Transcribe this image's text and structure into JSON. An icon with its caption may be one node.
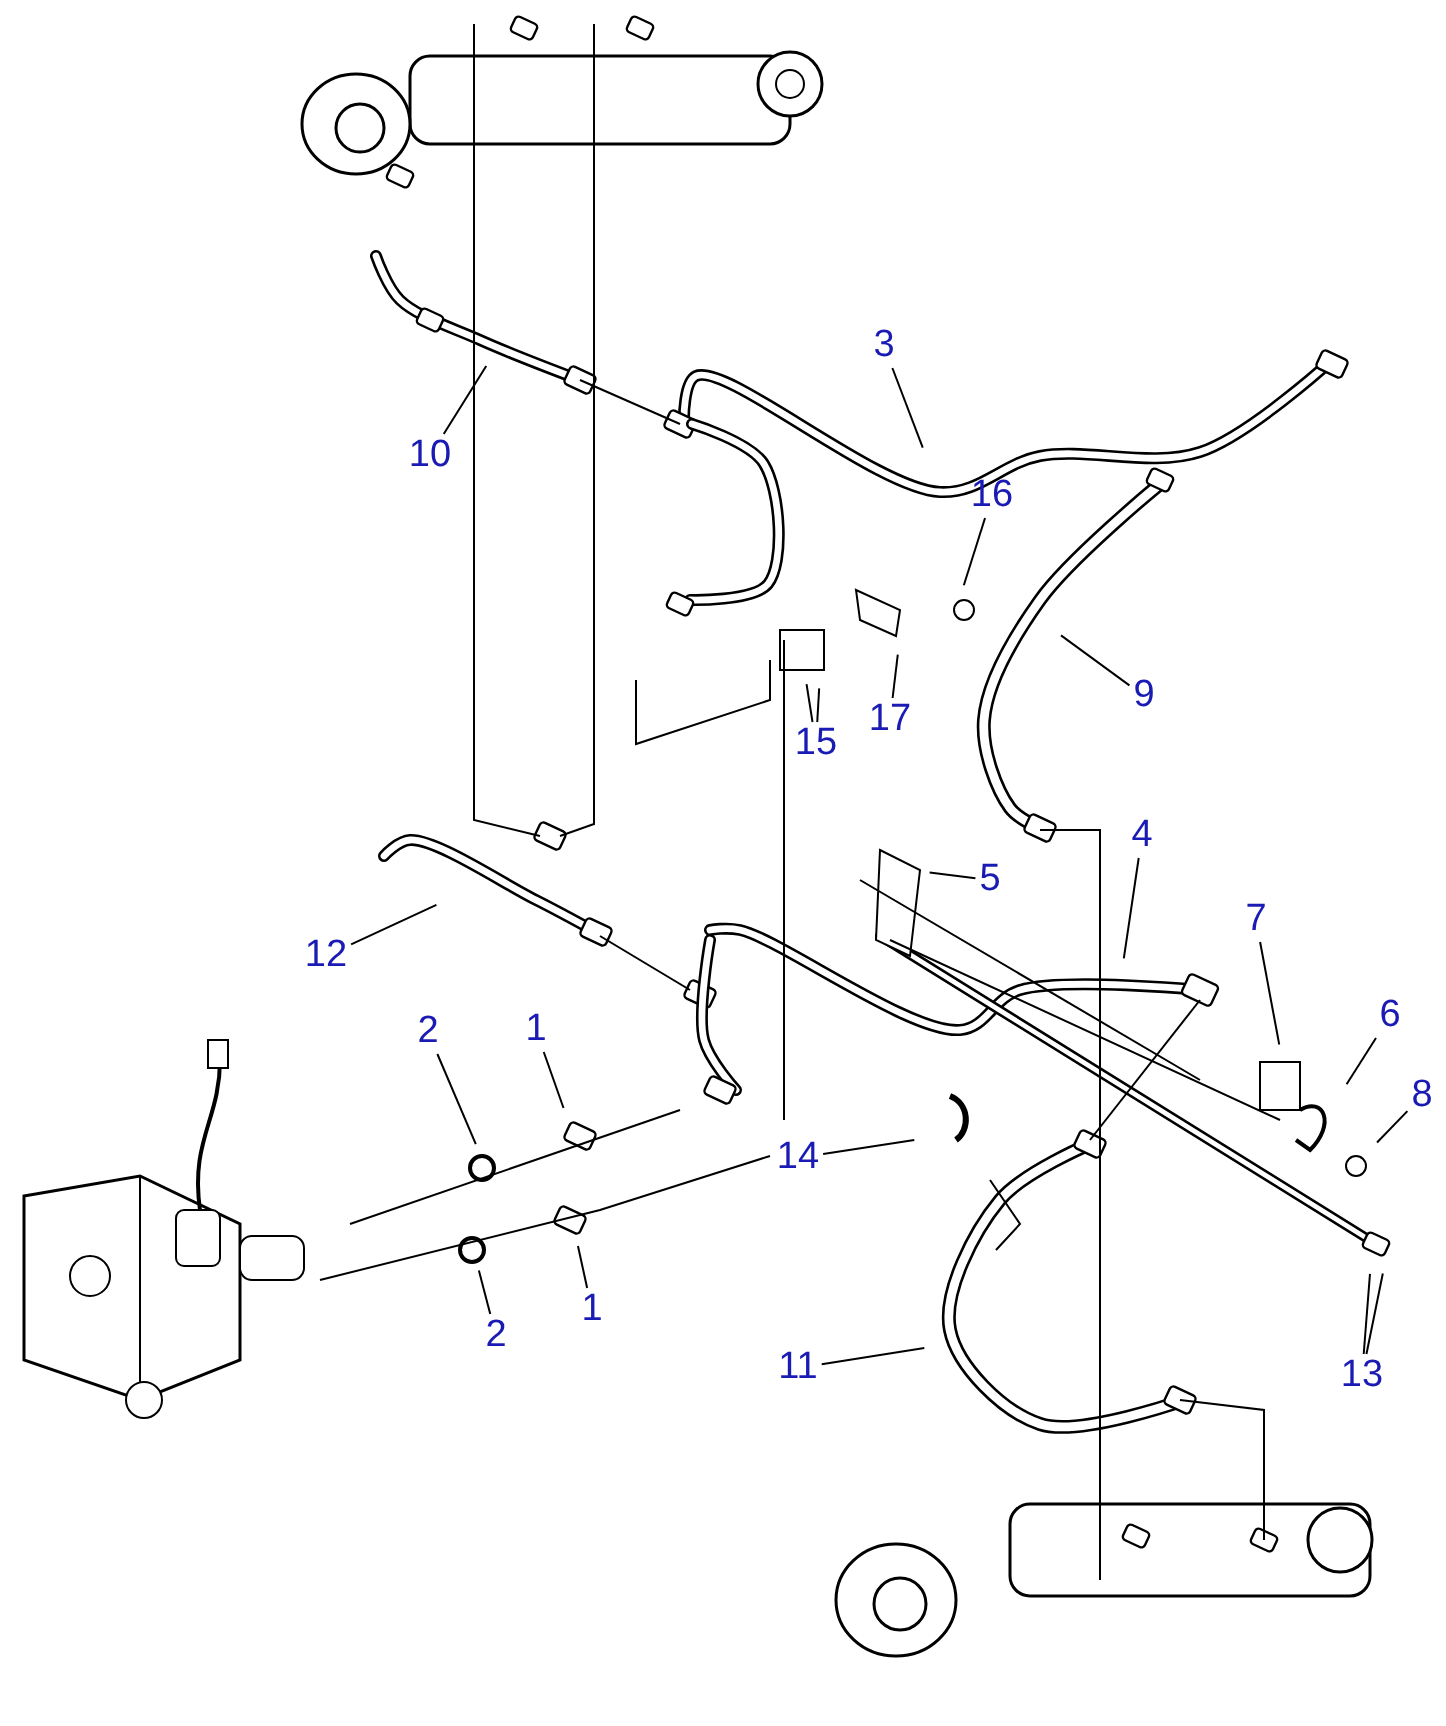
{
  "diagram": {
    "nodes": [
      {
        "text": [
          "3"
        ]
      },
      {
        "text": [
          "10"
        ]
      },
      {
        "text": [
          "16"
        ]
      },
      {
        "text": [
          "9"
        ]
      },
      {
        "text": [
          "17"
        ]
      },
      {
        "text": [
          "15"
        ]
      },
      {
        "text": [
          "4"
        ]
      },
      {
        "text": [
          "5"
        ]
      },
      {
        "text": [
          "12"
        ]
      },
      {
        "text": [
          "7"
        ]
      },
      {
        "text": [
          "2"
        ]
      },
      {
        "text": [
          "1"
        ]
      },
      {
        "text": [
          "6"
        ]
      },
      {
        "text": [
          "8"
        ]
      },
      {
        "text": [
          "14"
        ]
      },
      {
        "text": [
          "1"
        ]
      },
      {
        "text": [
          "2"
        ]
      },
      {
        "text": [
          "11"
        ]
      },
      {
        "text": [
          "13"
        ]
      }
    ],
    "edges": [
      {
        "from": 0,
        "to": null,
        "arrow": "none"
      },
      {
        "from": 1,
        "to": null,
        "arrow": "none"
      },
      {
        "from": 2,
        "to": null,
        "arrow": "none"
      },
      {
        "from": 3,
        "to": null,
        "arrow": "none"
      },
      {
        "from": 4,
        "to": null,
        "arrow": "none"
      },
      {
        "from": 5,
        "to": null,
        "arrow": "none"
      },
      {
        "from": 5,
        "to": null,
        "arrow": "none"
      },
      {
        "from": 6,
        "to": null,
        "arrow": "none"
      },
      {
        "from": 7,
        "to": null,
        "arrow": "none"
      },
      {
        "from": 8,
        "to": null,
        "arrow": "none"
      },
      {
        "from": 9,
        "to": null,
        "arrow": "none"
      },
      {
        "from": 10,
        "to": null,
        "arrow": "none"
      },
      {
        "from": 11,
        "to": null,
        "arrow": "none"
      },
      {
        "from": 12,
        "to": null,
        "arrow": "none"
      },
      {
        "from": 13,
        "to": null,
        "arrow": "none"
      },
      {
        "from": 14,
        "to": null,
        "arrow": "none"
      },
      {
        "from": 15,
        "to": null,
        "arrow": "none"
      },
      {
        "from": 16,
        "to": null,
        "arrow": "none"
      },
      {
        "from": 17,
        "to": null,
        "arrow": "none"
      },
      {
        "from": 18,
        "to": null,
        "arrow": "none"
      },
      {
        "from": 18,
        "to": null,
        "arrow": "none"
      }
    ]
  }
}
